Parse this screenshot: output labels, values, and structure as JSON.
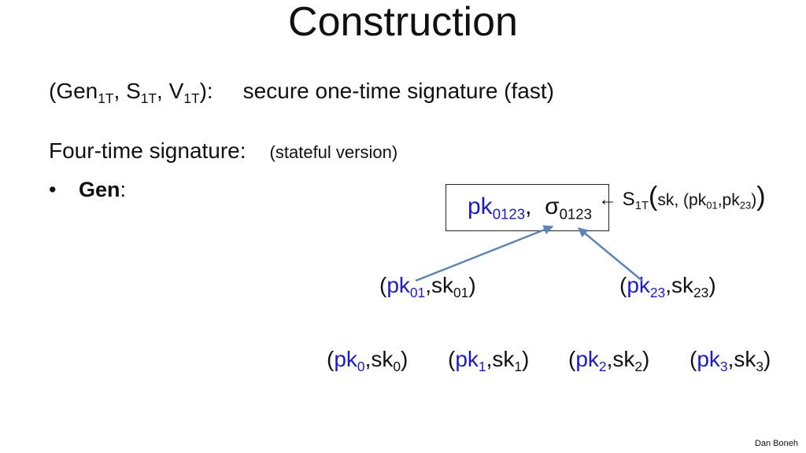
{
  "title": "Construction",
  "line1": {
    "gen": "Gen",
    "gen_sub": "1T",
    "s": "S",
    "s_sub": "1T",
    "v": "V",
    "v_sub": "1T",
    "description": "secure one-time signature  (fast)"
  },
  "line2": {
    "label": "Four-time signature:",
    "note": "(stateful version)"
  },
  "bullet": {
    "word": "Gen",
    "colon": ":"
  },
  "root": {
    "pk": "pk",
    "pk_sub": "0123",
    "sigma": "σ",
    "sigma_sub": "0123",
    "arrow": "←",
    "signer": "S",
    "signer_sub": "1T",
    "open_paren": "(",
    "args_start": "sk, (pk",
    "pk01_sub": "01",
    "args_mid": ",pk",
    "pk23_sub": "23",
    "args_end": ")",
    "close_paren": ")"
  },
  "level1": [
    {
      "pk": "pk",
      "pk_sub": "01",
      "sk": "sk",
      "sk_sub": "01"
    },
    {
      "pk": "pk",
      "pk_sub": "23",
      "sk": "sk",
      "sk_sub": "23"
    }
  ],
  "leaves": [
    {
      "pk": "pk",
      "pk_sub": "0",
      "sk": "sk",
      "sk_sub": "0"
    },
    {
      "pk": "pk",
      "pk_sub": "1",
      "sk": "sk",
      "sk_sub": "1"
    },
    {
      "pk": "pk",
      "pk_sub": "2",
      "sk": "sk",
      "sk_sub": "2"
    },
    {
      "pk": "pk",
      "pk_sub": "3",
      "sk": "sk",
      "sk_sub": "3"
    }
  ],
  "credit": "Dan Boneh",
  "colors": {
    "key_blue": "#1a1acc",
    "arrow_blue": "#5b84b8"
  }
}
